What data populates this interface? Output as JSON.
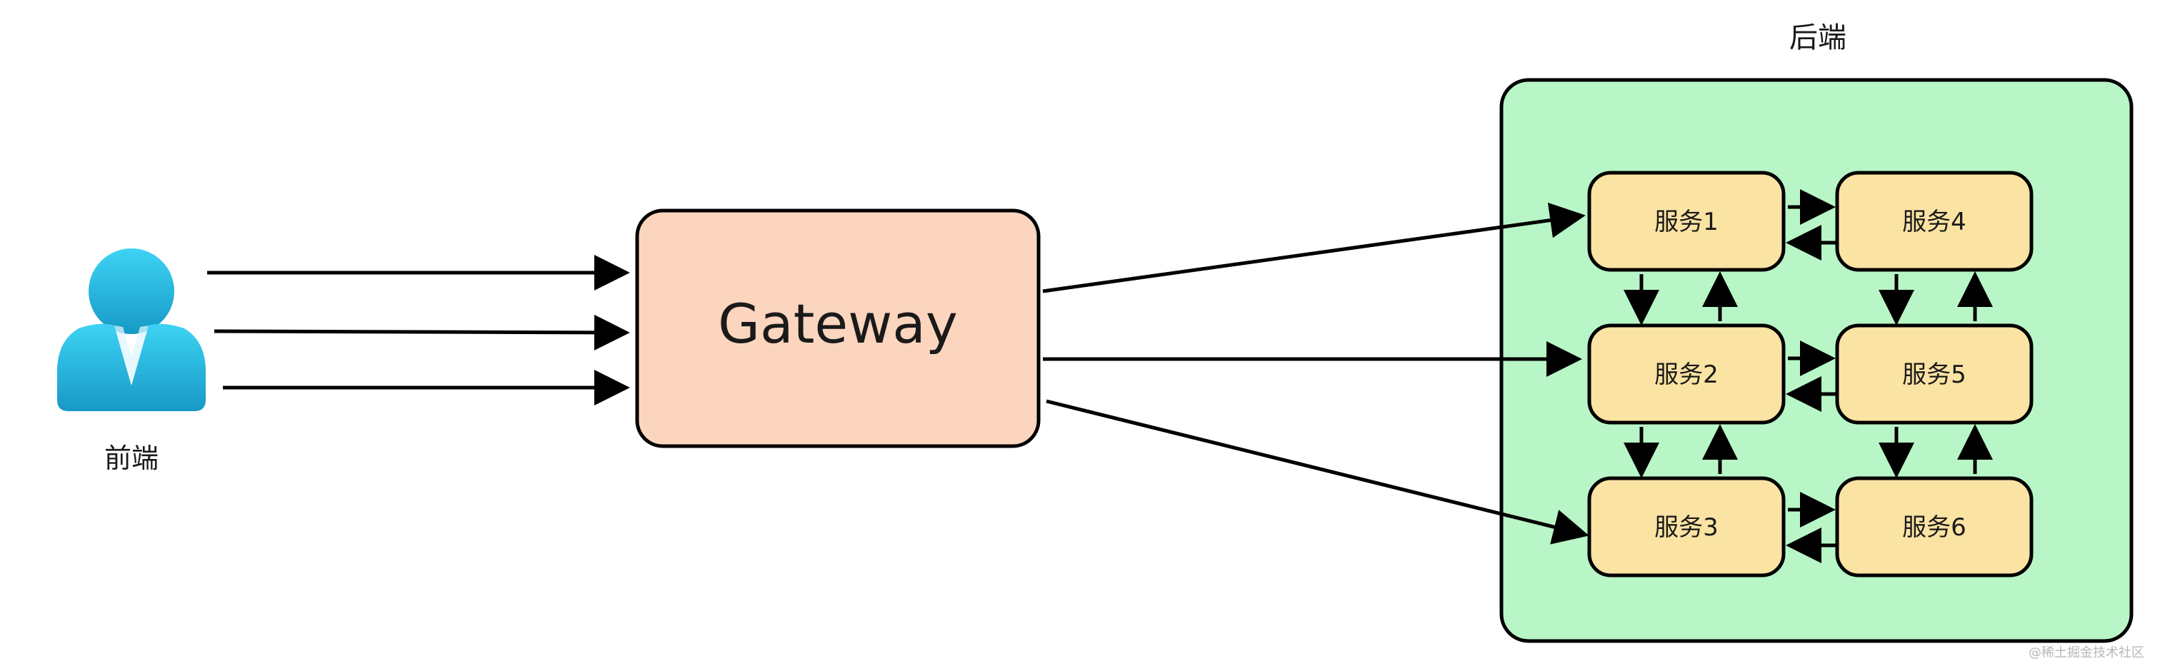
{
  "frontend": {
    "label": "前端",
    "icon": "user-icon"
  },
  "gateway": {
    "label": "Gateway"
  },
  "backend": {
    "label": "后端"
  },
  "services": [
    {
      "label": "服务1"
    },
    {
      "label": "服务2"
    },
    {
      "label": "服务3"
    },
    {
      "label": "服务4"
    },
    {
      "label": "服务5"
    },
    {
      "label": "服务6"
    }
  ],
  "watermark": "@稀土掘金技术社区",
  "colors": {
    "gateway_fill": "#fcd5bf",
    "backend_fill": "#b9f6c7",
    "service_fill": "#fbe3a3",
    "user_top": "#3dd3f4",
    "user_bottom": "#1799c6",
    "stroke": "#000000"
  }
}
